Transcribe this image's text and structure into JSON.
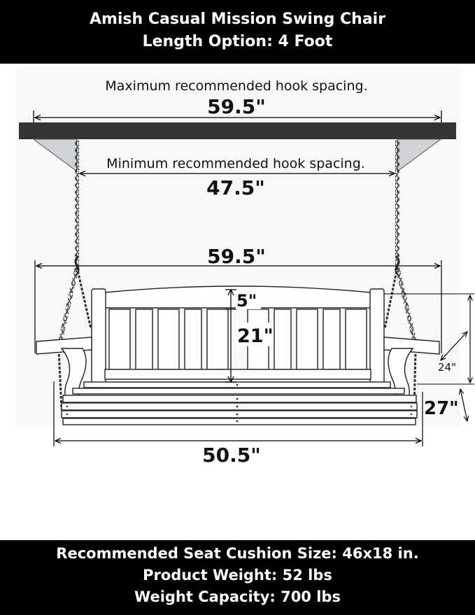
{
  "header": {
    "title": "Amish Casual Mission Swing Chair",
    "length_option": "Length Option: 4 Foot"
  },
  "diagram": {
    "max_hook_caption": "Maximum recommended hook spacing.",
    "max_hook_value": "59.5\"",
    "min_hook_caption": "Minimum recommended hook spacing.",
    "min_hook_value": "47.5\"",
    "overall_width": "59.5\"",
    "top_gap": "5\"",
    "back_height": "21\"",
    "depth": "24\"",
    "seat_height": "27\"",
    "seat_width": "50.5\""
  },
  "footer": {
    "cushion": "Recommended Seat Cushion Size: 46x18 in.",
    "weight": "Product Weight: 52 lbs",
    "capacity": "Weight Capacity: 700 lbs"
  }
}
